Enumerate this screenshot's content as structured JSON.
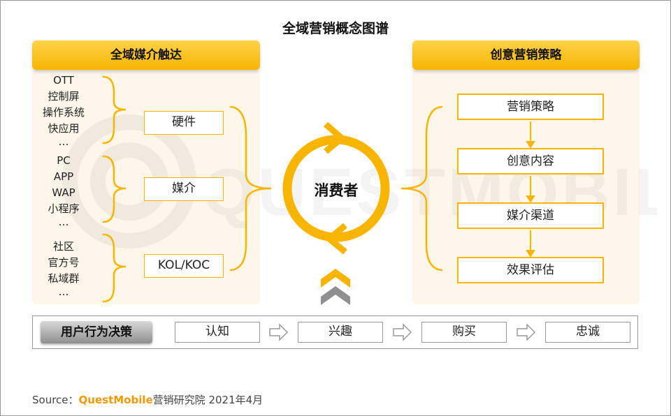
{
  "title": "全域营销概念图谱",
  "left": {
    "header": "全域媒介触达",
    "groups": [
      {
        "channels": [
          "OTT",
          "控制屏",
          "操作系统",
          "快应用",
          "…"
        ],
        "media": "硬件"
      },
      {
        "channels": [
          "PC",
          "APP",
          "WAP",
          "小程序",
          "…"
        ],
        "media": "媒介"
      },
      {
        "channels": [
          "社区",
          "官方号",
          "私域群",
          "…"
        ],
        "media": "KOL/KOC"
      }
    ]
  },
  "center": {
    "consumer": "消费者"
  },
  "right": {
    "header": "创意营销策略",
    "steps": [
      "营销策略",
      "创意内容",
      "媒介渠道",
      "效果评估"
    ]
  },
  "behavior": {
    "label": "用户行为决策",
    "steps": [
      "认知",
      "兴趣",
      "购买",
      "忠诚"
    ]
  },
  "watermark": "QUESTMOBILE",
  "source": {
    "prefix": "Source：",
    "brand": "QuestMobile",
    "suffix": "营销研究院 2021年4月"
  },
  "colors": {
    "accent": "#f7b500",
    "panel": "#fdf7ea",
    "gray": "#8f8f8f"
  }
}
